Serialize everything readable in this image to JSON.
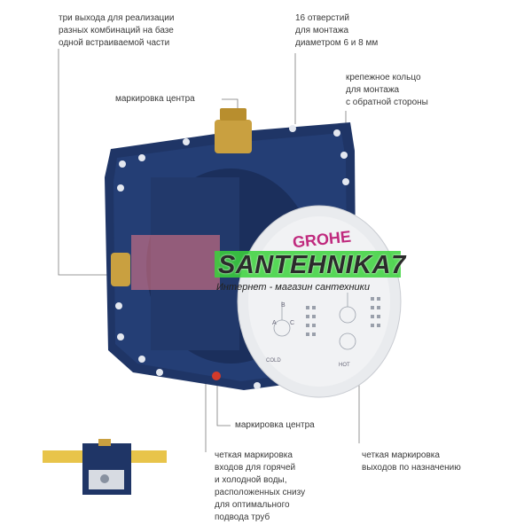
{
  "annotations": {
    "three_outlets": "три выхода для реализации\nразных комбинаций на базе\nодной встраиваемой части",
    "holes": "16 отверстий\nдля монтажа\nдиаметром 6 и 8 мм",
    "center_top": "маркировка центра",
    "ring": "крепежное кольцо\nдля монтажа\nс обратной стороны",
    "center_bottom": "маркировка центра",
    "inlets": "четкая маркировка\nвходов для горячей\nи холодной воды,\nрасположенных снизу\nдля оптимального\nподвода труб",
    "outlets": "четкая маркировка\nвыходов по назначению"
  },
  "product": {
    "brand": "GROHE",
    "hot_label": "HOT",
    "cold_label": "COLD",
    "port_a": "A",
    "port_b": "B",
    "port_c": "C"
  },
  "watermark": {
    "title": "SANTEHNIKA7",
    "subtitle": "Интернет - магазин сантехники"
  },
  "colors": {
    "box": "#1f3566",
    "box_dark": "#162a52",
    "brass": "#c9a040",
    "cap": "#e9ebee",
    "watermark_green": "#3bd23b",
    "watermark_pink": "#f07a86",
    "level_yellow": "#e8c44a",
    "hot_mark": "#d23a2a"
  }
}
